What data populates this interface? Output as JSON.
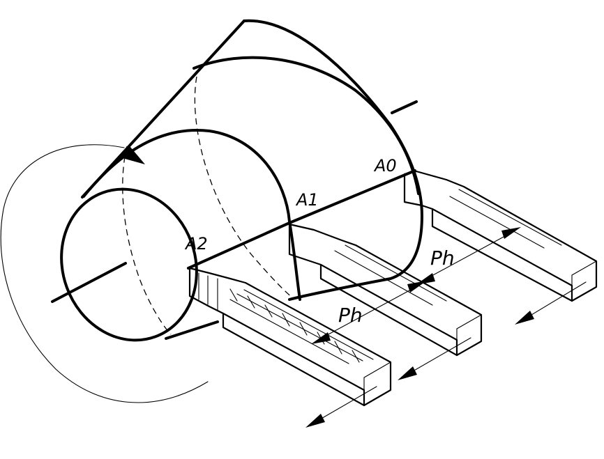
{
  "labels": {
    "a0": "A0",
    "a1": "A1",
    "a2": "A2",
    "ph_upper": "Ph",
    "ph_lower": "Ph"
  },
  "colors": {
    "ink": "#000000",
    "paper": "#ffffff"
  }
}
